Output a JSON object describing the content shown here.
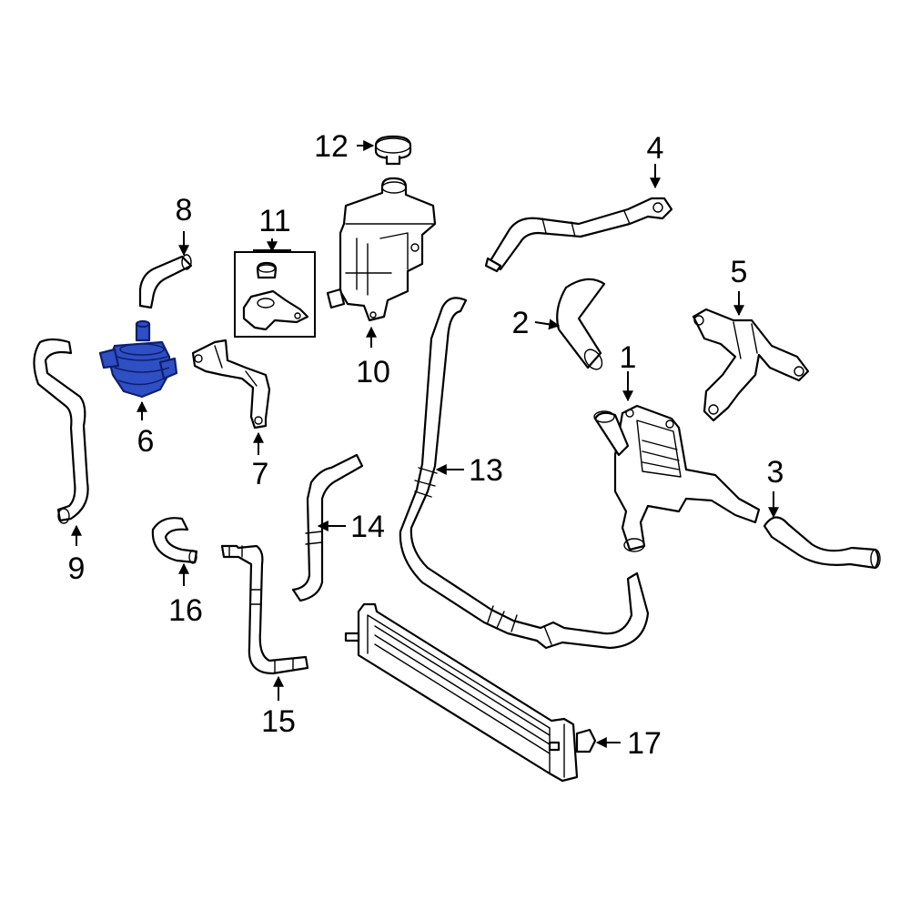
{
  "highlight_color": "#2f4fc4",
  "callouts": {
    "c1": "1",
    "c2": "2",
    "c3": "3",
    "c4": "4",
    "c5": "5",
    "c6": "6",
    "c7": "7",
    "c8": "8",
    "c9": "9",
    "c10": "10",
    "c11": "11",
    "c12": "12",
    "c13": "13",
    "c14": "14",
    "c15": "15",
    "c16": "16",
    "c17": "17"
  }
}
